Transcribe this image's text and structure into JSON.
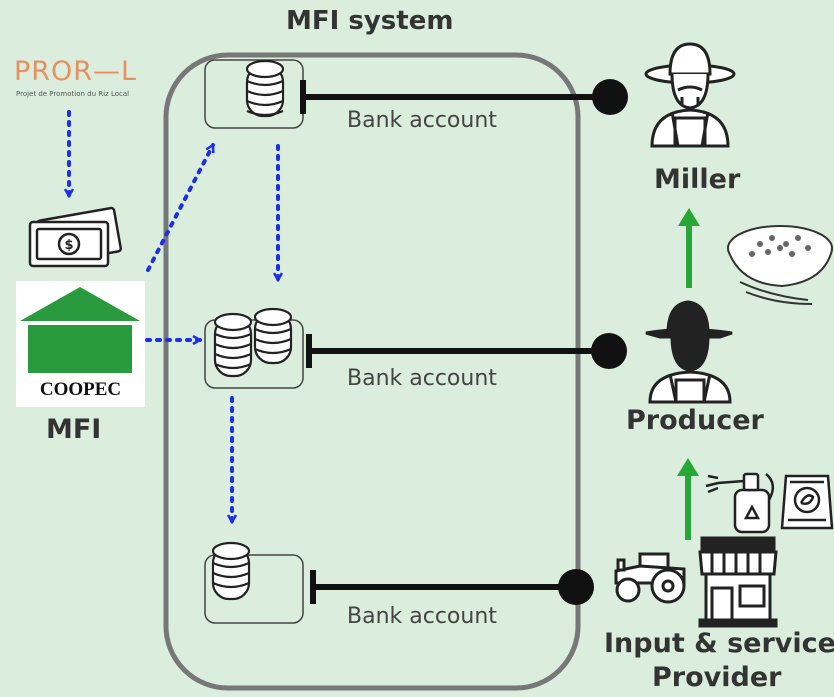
{
  "title": "MFI system",
  "bank_label": "Bank account",
  "actors": {
    "miller": "Miller",
    "producer": "Producer",
    "provider_line1": "Input & service",
    "provider_line2": "Provider",
    "mfi": "MFI"
  },
  "logos": {
    "proril_word": "PROR—L",
    "proril_sub": "Projet de Promotion du Riz Local",
    "coopec_word": "COOPEC"
  },
  "colors": {
    "background": "#dbeedd",
    "frame": "#777777",
    "flow_arrow": "#1d2ef0",
    "green_arrow": "#27a836",
    "coopec_green": "#2a9a3e",
    "proril_orange": "#e98f5e"
  },
  "icons": [
    "coins-icon",
    "money-bill-icon",
    "miller-icon",
    "producer-icon",
    "rice-bowl-icon",
    "tractor-icon",
    "shop-icon",
    "sprayer-icon",
    "seed-bag-icon"
  ]
}
